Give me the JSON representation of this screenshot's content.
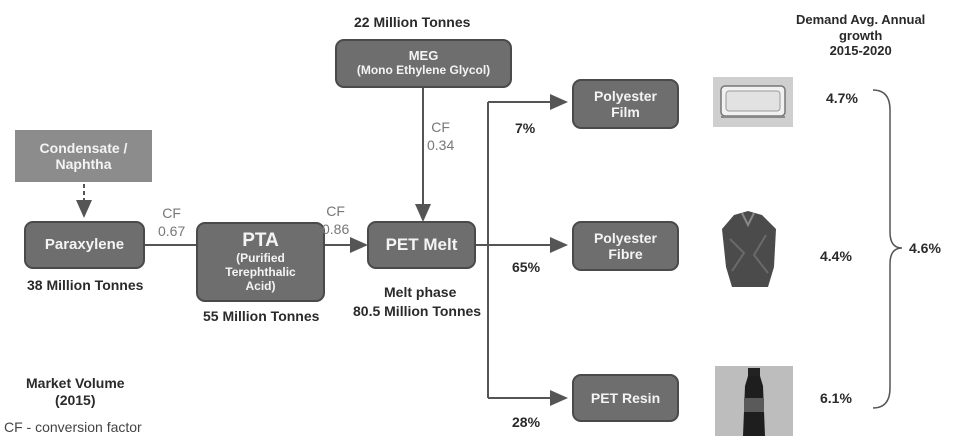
{
  "boxes": {
    "condensate": "Condensate /\nNaphtha",
    "paraxylene": "Paraxylene",
    "pta_title": "PTA",
    "pta_sub": "(Purified\nTerephthalic\nAcid)",
    "meg_title": "MEG",
    "meg_sub": "(Mono Ethylene Glycol)",
    "pet_melt": "PET Melt",
    "film": "Polyester\nFilm",
    "fibre": "Polyester\nFibre",
    "resin": "PET Resin"
  },
  "volumes": {
    "meg": "22 Million Tonnes",
    "paraxylene": "38 Million Tonnes",
    "pta": "55 Million Tonnes",
    "melt_phase": "Melt phase",
    "melt": "80.5 Million Tonnes"
  },
  "cf": {
    "c1": "CF\n0.67",
    "c2": "CF\n0.86",
    "c3": "CF\n0.34"
  },
  "shares": {
    "film": "7%",
    "fibre": "65%",
    "resin": "28%"
  },
  "demand": {
    "header": "Demand Avg. Annual\ngrowth\n2015-2020",
    "film": "4.7%",
    "fibre": "4.4%",
    "resin": "6.1%",
    "overall": "4.6%"
  },
  "footer": {
    "market": "Market Volume\n(2015)",
    "cf_note": "CF - conversion factor"
  },
  "icons": [
    "film-tray-image",
    "shirt-image",
    "bottle-image"
  ]
}
